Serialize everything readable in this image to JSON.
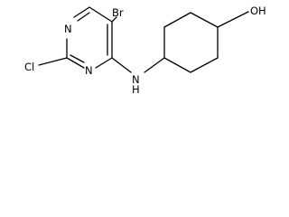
{
  "molecule": {
    "atoms": {
      "bromine": "Br",
      "chlorine": "Cl",
      "amine_nitrogen": "N",
      "amine_hydrogen": "H",
      "hydroxyl": "OH"
    }
  }
}
